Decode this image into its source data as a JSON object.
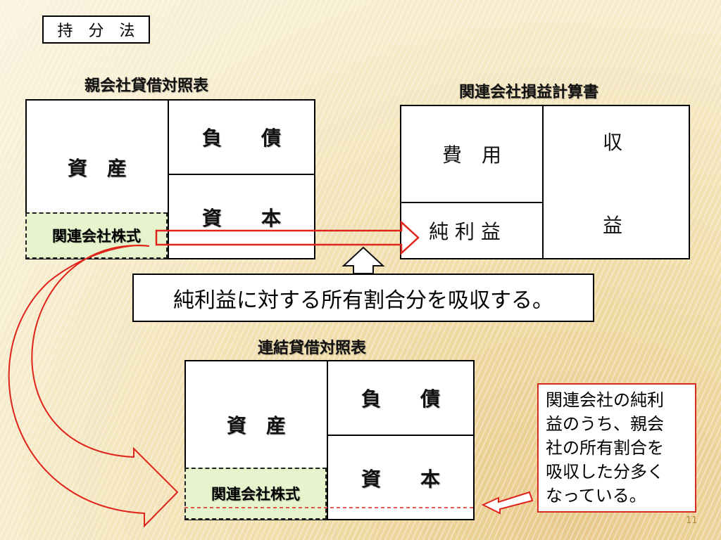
{
  "title": "持　分　法",
  "parent_bs": {
    "caption": "親会社貸借対照表",
    "assets": "資　産",
    "liabilities": "負　　債",
    "capital": "資　　本",
    "affiliate_stock": "関連会社株式"
  },
  "affiliate_pl": {
    "caption": "関連会社損益計算書",
    "expenses": "費　用",
    "net_income": "純 利 益",
    "revenue_top": "収",
    "revenue_bottom": "益"
  },
  "explanation": "純利益に対する所有割合分を吸収する。",
  "consolidated_bs": {
    "caption": "連結貸借対照表",
    "assets": "資　産",
    "liabilities": "負　　債",
    "capital": "資　　本",
    "affiliate_stock": "関連会社株式"
  },
  "note_lines": [
    "関連会社の純利",
    "益のうち、親会",
    "社の所有割合を",
    "吸収した分多く",
    "なっている。"
  ],
  "page_number": "11",
  "colors": {
    "arrow": "#e0241b",
    "stock_fill": "#e6f3cc",
    "note_border": "#d42a1f"
  }
}
